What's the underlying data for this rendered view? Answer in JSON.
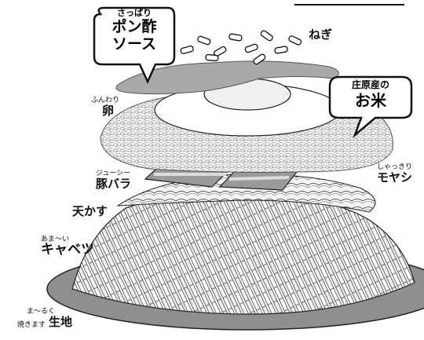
{
  "bubbles": {
    "ponzu": {
      "top": "さっぱり",
      "line1": "ポン酢",
      "line2": "ソース"
    },
    "rice": {
      "top": "庄原産の",
      "main": "お米"
    }
  },
  "labels": {
    "negi": {
      "main": "ねぎ"
    },
    "egg": {
      "ruby": "ふんわり",
      "main": "卵"
    },
    "pork": {
      "ruby": "ジューシー",
      "main": "豚バラ"
    },
    "moyashi": {
      "ruby": "しゃっきり",
      "main": "モヤシ"
    },
    "tenkasu": {
      "main": "天かす"
    },
    "cabbage": {
      "ruby": "あま〜い",
      "main": "キャベツ"
    },
    "dough": {
      "ruby": "ま〜るく",
      "ruby2": "焼きます",
      "main": "生地"
    }
  },
  "colors": {
    "ink": "#111111",
    "sauce": "#a9a9a9",
    "rice": "#e6e6e6",
    "dough": "#8f8f8f",
    "bg": "#ffffff"
  },
  "icons": {
    "sauce": "sauce-layer",
    "rice": "rice-layer",
    "egg": "egg-layer"
  }
}
